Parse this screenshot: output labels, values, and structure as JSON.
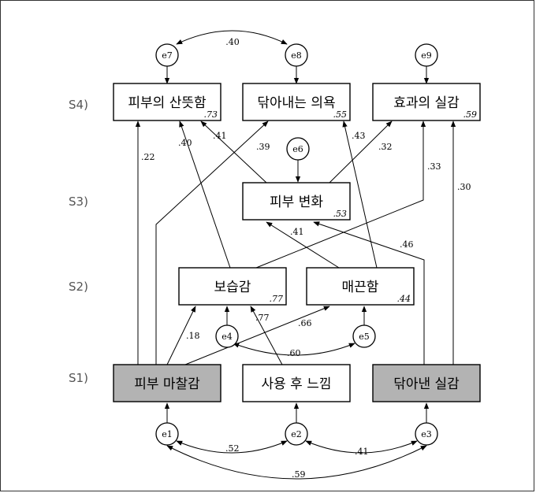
{
  "stages": [
    "S4)",
    "S3)",
    "S2)",
    "S1)"
  ],
  "nodes": {
    "skin_fresh": {
      "label": "피부의 산뜻함",
      "r2": ".73"
    },
    "cleansing_will": {
      "label": "닦아내는 의욕",
      "r2": ".55"
    },
    "effect_feel": {
      "label": "효과의 실감",
      "r2": ".59"
    },
    "skin_change": {
      "label": "피부 변화",
      "r2": ".53"
    },
    "moisture": {
      "label": "보습감",
      "r2": ".77"
    },
    "smoothness": {
      "label": "매끈함",
      "r2": ".44"
    },
    "skin_friction": {
      "label": "피부 마찰감"
    },
    "after_use": {
      "label": "사용 후 느낌"
    },
    "wiped_feel": {
      "label": "닦아낸 실감"
    }
  },
  "errors": [
    "e1",
    "e2",
    "e3",
    "e4",
    "e5",
    "e6",
    "e7",
    "e8",
    "e9"
  ],
  "coefficients": {
    "e7_e8": ".40",
    "change_to_fresh": ".41",
    "change_to_effect": ".32",
    "smooth_to_will": ".43",
    "moist_to_effect": ".33",
    "wiped_to_effect": ".30",
    "friction_to_fresh": ".22",
    "moist_to_fresh": ".40",
    "friction_to_will": ".39",
    "smooth_to_change": ".41",
    "wiped_to_change": ".46",
    "friction_to_moist": ".18",
    "after_to_moist": ".77",
    "friction_to_smooth": ".66",
    "e4_e5": ".60",
    "e1_e2": ".52",
    "e2_e3": ".41",
    "e1_e3": ".59"
  }
}
